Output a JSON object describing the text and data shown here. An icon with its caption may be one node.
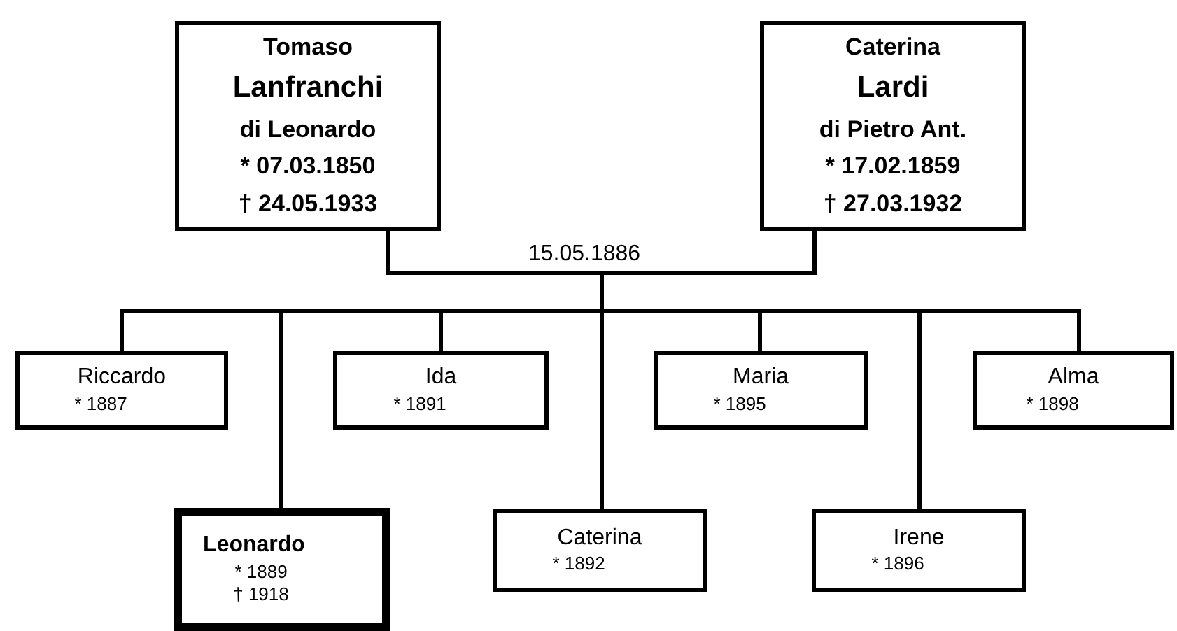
{
  "diagram": {
    "nodes": [
      {
        "text": [
          "Tomaso",
          "Lanfranchi",
          "di Leonardo",
          "* 07.03.1850",
          "† 24.05.1933"
        ]
      },
      {
        "text": [
          "Caterina",
          "Lardi",
          "di Pietro Ant.",
          "* 17.02.1859",
          "† 27.03.1932"
        ]
      },
      {
        "text": [
          "Riccardo",
          "* 1887"
        ]
      },
      {
        "text": [
          "Leonardo",
          "* 1889",
          "† 1918"
        ]
      },
      {
        "text": [
          "Ida",
          "* 1891"
        ]
      },
      {
        "text": [
          "Caterina",
          "* 1892"
        ]
      },
      {
        "text": [
          "Maria",
          "* 1895"
        ]
      },
      {
        "text": [
          "Irene",
          "* 1896"
        ]
      },
      {
        "text": [
          "Alma",
          "* 1898"
        ]
      }
    ],
    "edges": [
      {
        "from": 0,
        "to": 1,
        "arrow": "none",
        "label": "15.05.1886"
      },
      {
        "from": 0,
        "to": 2,
        "arrow": "none"
      },
      {
        "from": 1,
        "to": 2,
        "arrow": "none"
      },
      {
        "from": 0,
        "to": 3,
        "arrow": "none"
      },
      {
        "from": 1,
        "to": 3,
        "arrow": "none"
      },
      {
        "from": 0,
        "to": 4,
        "arrow": "none"
      },
      {
        "from": 1,
        "to": 4,
        "arrow": "none"
      },
      {
        "from": 0,
        "to": 5,
        "arrow": "none"
      },
      {
        "from": 1,
        "to": 5,
        "arrow": "none"
      },
      {
        "from": 0,
        "to": 6,
        "arrow": "none"
      },
      {
        "from": 1,
        "to": 6,
        "arrow": "none"
      },
      {
        "from": 0,
        "to": 7,
        "arrow": "none"
      },
      {
        "from": 1,
        "to": 7,
        "arrow": "none"
      },
      {
        "from": 0,
        "to": 8,
        "arrow": "none"
      },
      {
        "from": 1,
        "to": 8,
        "arrow": "none"
      }
    ]
  }
}
